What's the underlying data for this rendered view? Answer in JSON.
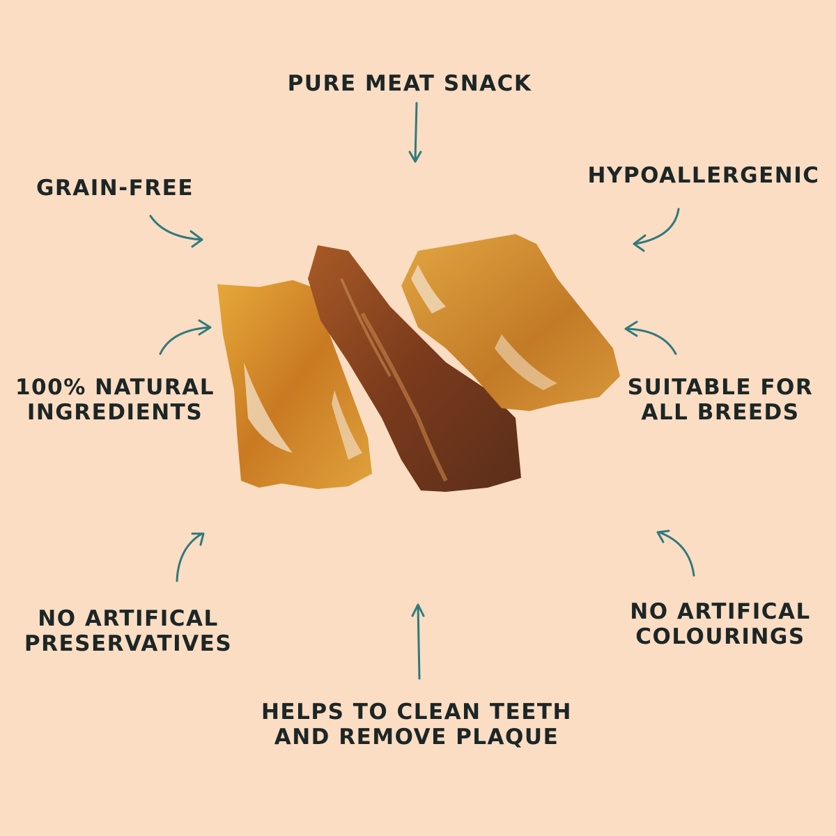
{
  "colors": {
    "background": "#fbddc3",
    "text": "#1c2626",
    "arrow": "#2f7a7c",
    "treat_light": "#d9952e",
    "treat_dark": "#7a3a1c"
  },
  "callouts": {
    "pure_meat": [
      "PURE MEAT SNACK"
    ],
    "grain_free": [
      "GRAIN-FREE"
    ],
    "hypoallergenic": [
      "HYPOALLERGENIC"
    ],
    "natural": [
      "100% NATURAL",
      "INGREDIENTS"
    ],
    "breeds": [
      "SUITABLE FOR",
      "ALL BREEDS"
    ],
    "preservatives": [
      "NO ARTIFICAL",
      "PRESERVATIVES"
    ],
    "colourings": [
      "NO ARTIFICAL",
      "COLOURINGS"
    ],
    "teeth": [
      "HELPS TO CLEAN TEETH",
      "AND REMOVE PLAQUE"
    ]
  },
  "icons": {
    "arrow": "curved-arrow-icon",
    "product": "dried-meat-treat-illustration"
  }
}
